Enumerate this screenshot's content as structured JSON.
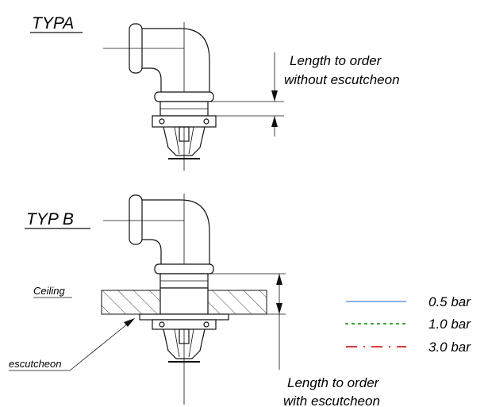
{
  "type_a": {
    "title": "TYPA"
  },
  "type_b": {
    "title": "TYP B"
  },
  "notes": {
    "length_no_escutcheon_line1": "Length to order",
    "length_no_escutcheon_line2": "without escutcheon",
    "length_with_escutcheon_line1": "Length to order",
    "length_with_escutcheon_line2": "with escutcheon"
  },
  "labels": {
    "ceiling": "Ceiling",
    "escutcheon": "escutcheon"
  },
  "legend": [
    {
      "label": "0.5 bar",
      "color": "#5a9bd5",
      "style": "solid"
    },
    {
      "label": "1.0 bar",
      "color": "#3aa63a",
      "style": "dotted"
    },
    {
      "label": "3.0 bar",
      "color": "#d42020",
      "style": "dash-dot"
    }
  ]
}
